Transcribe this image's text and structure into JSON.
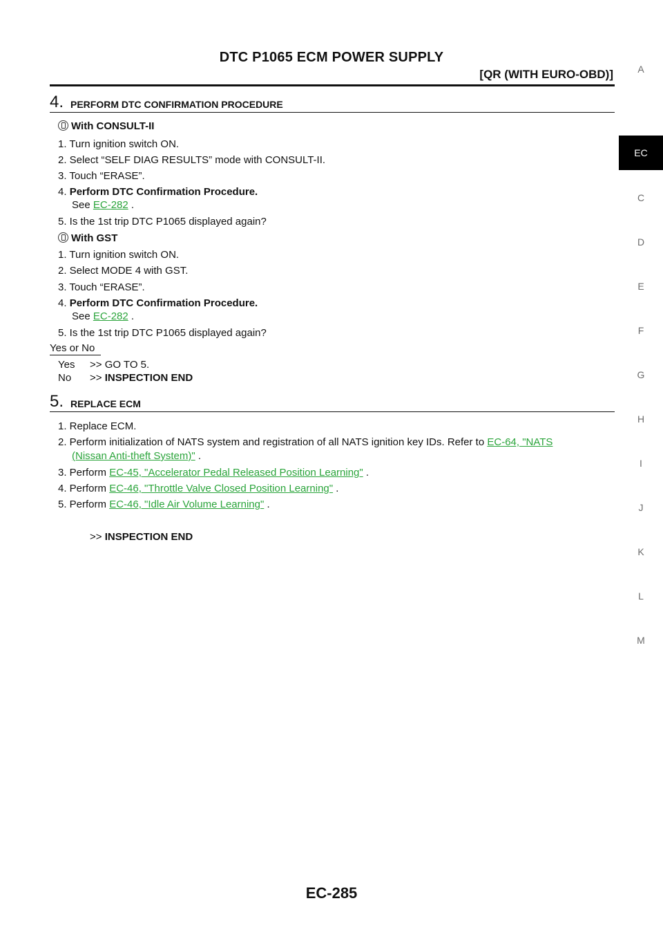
{
  "header": {
    "title": "DTC P1065 ECM POWER SUPPLY",
    "subtitle": "[QR (WITH EURO-OBD)]"
  },
  "side_tabs": [
    "A",
    "EC",
    "C",
    "D",
    "E",
    "F",
    "G",
    "H",
    "I",
    "J",
    "K",
    "L",
    "M"
  ],
  "step4": {
    "number": "4.",
    "title": "PERFORM DTC CONFIRMATION PROCEDURE",
    "consult": {
      "heading": "With CONSULT-II",
      "icon": "consult-icon",
      "items": [
        "1. Turn ignition switch ON.",
        "2. Select “SELF DIAG RESULTS” mode with CONSULT-II.",
        "3. Touch “ERASE”."
      ],
      "item4_num": "4.",
      "item4_text": "Perform DTC Confirmation Procedure.",
      "see": "See",
      "link": "EC-282",
      "period": ".",
      "item5": "5. Is the 1st trip DTC P1065 displayed again?"
    },
    "gst": {
      "heading": "With GST",
      "icon": "gst-icon",
      "items": [
        "1. Turn ignition switch ON.",
        "2. Select MODE 4 with GST.",
        "3. Touch “ERASE”."
      ],
      "item4_num": "4.",
      "item4_text": "Perform DTC Confirmation Procedure.",
      "see": "See",
      "link": "EC-282",
      "period": ".",
      "item5": "5. Is the 1st trip DTC P1065 displayed again?"
    },
    "yes_no": "Yes or No",
    "answers": [
      {
        "label": "Yes",
        "arrow": ">>",
        "text": "GO TO 5."
      },
      {
        "label": "No",
        "arrow": ">>",
        "text": "INSPECTION END"
      }
    ]
  },
  "step5": {
    "number": "5.",
    "title": "REPLACE ECM",
    "item1": "1. Replace ECM.",
    "item2_text": "2. Perform initialization of NATS system and registration of all NATS ignition key IDs. Refer to",
    "item2_link_a": "EC-64, \"NATS",
    "item2_link_b": "(Nissan Anti-theft System)\"",
    "item3_prefix": "3. Perform",
    "item3_link": "EC-45, \"Accelerator Pedal Released Position Learning\"",
    "item4_prefix": "4. Perform",
    "item4_link": "EC-46, \"Throttle Valve Closed Position Learning\"",
    "item5_prefix": "5. Perform",
    "item5_link": "EC-46, \"Idle Air Volume Learning\"",
    "period": ".",
    "end_arrow": ">>",
    "end_text": "INSPECTION END"
  },
  "footer": {
    "page": "EC-285"
  },
  "colors": {
    "link": "#2aa43a",
    "active_tab_bg": "#000000"
  }
}
